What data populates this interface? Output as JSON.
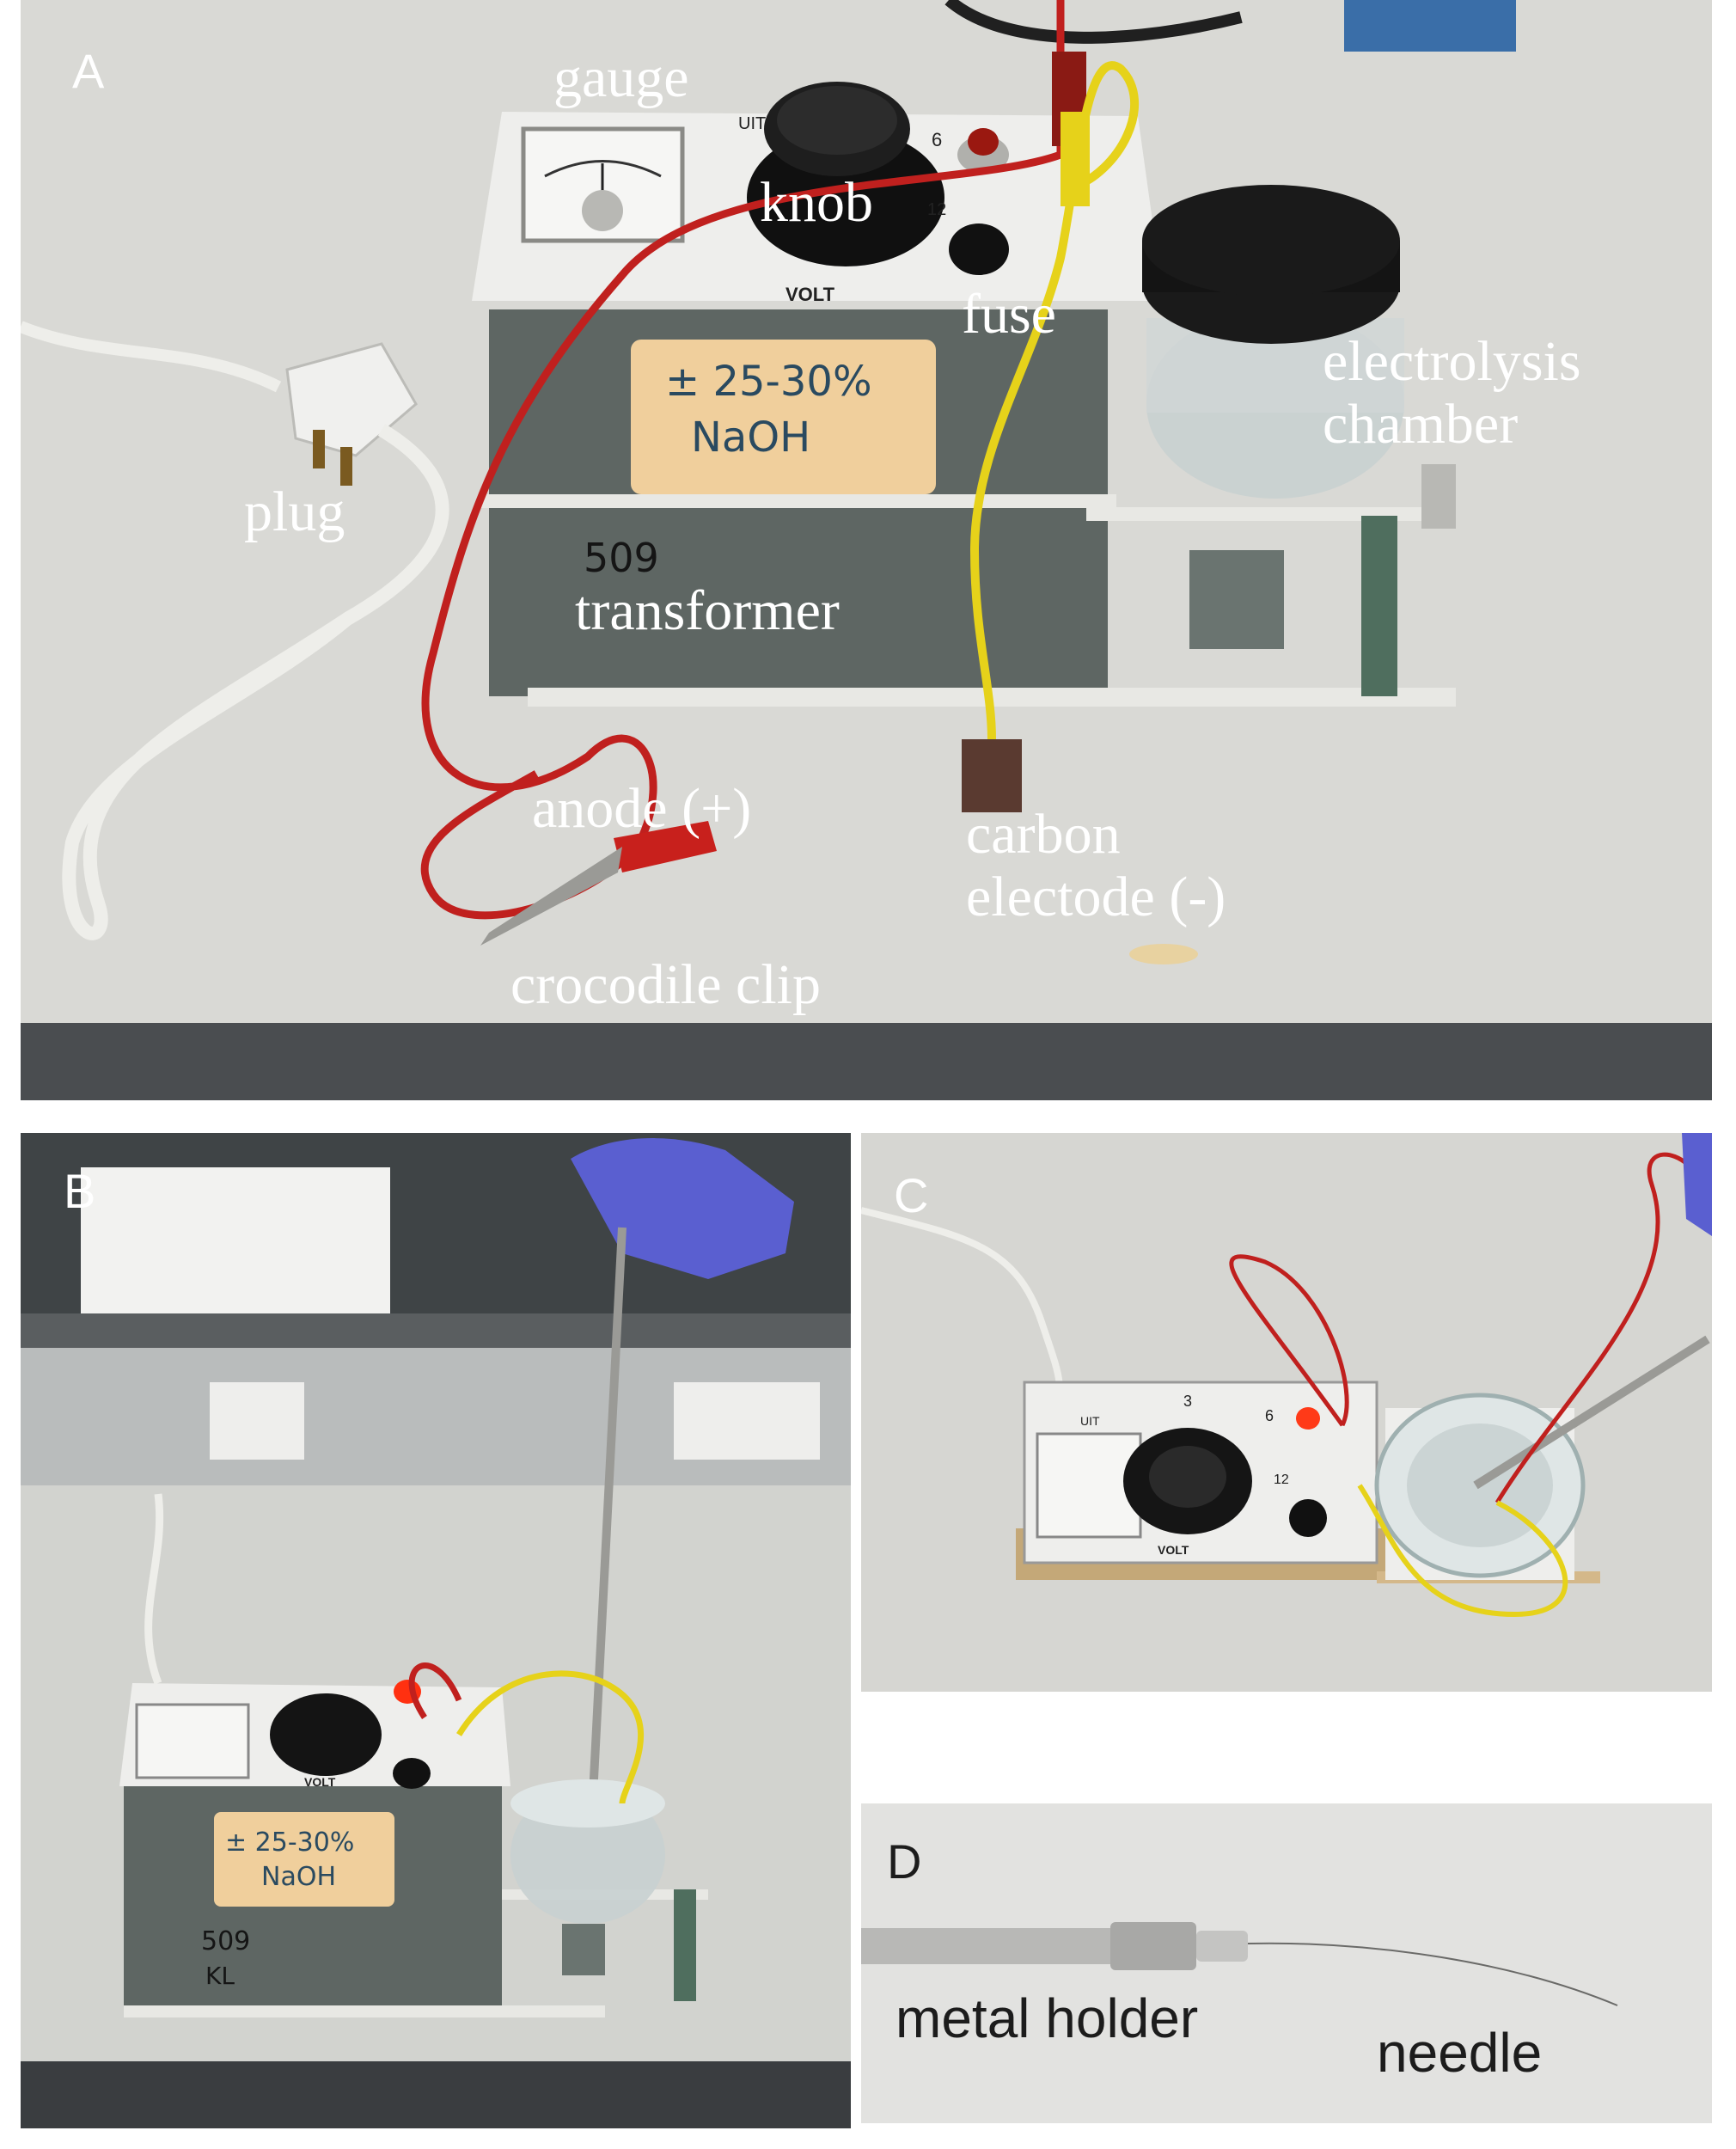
{
  "panels": {
    "a": {
      "letter": "A",
      "labels": {
        "gauge": "gauge",
        "knob": "knob",
        "fuse": "fuse",
        "electrolysis_chamber": "electrolysis\nchamber",
        "plug": "plug",
        "transformer": "transformer",
        "anode": "anode (+)",
        "carbon_electrode": "carbon\nelectode (-)",
        "crocodile_clip": "crocodile clip"
      },
      "device_markings": {
        "dial_label": "VOLT",
        "uit_label": "UIT",
        "setting_6": "6",
        "setting_12": "12",
        "tape_note": "± 25-30%\nNaOH",
        "unit_number": "509"
      }
    },
    "b": {
      "letter": "B",
      "device_markings": {
        "dial_label": "VOLT",
        "tape_note": "± 25-30%\nNaOH",
        "unit_number": "509\nKL"
      }
    },
    "c": {
      "letter": "C",
      "device_markings": {
        "dial_label": "VOLT",
        "uit_label": "UIT",
        "setting_3": "3",
        "setting_6": "6",
        "setting_12": "12"
      }
    },
    "d": {
      "letter": "D",
      "labels": {
        "metal_holder": "metal holder",
        "needle": "needle"
      }
    }
  },
  "colors": {
    "bench": "#d9d9d5",
    "device_grey": "#5e6663",
    "faceplate": "#eeeeec",
    "red_wire": "#c0201e",
    "yellow_wire": "#e6d21a",
    "tape": "#f0cf9c",
    "jar_lid": "#1c1c1c",
    "glove": "#5a5fd0"
  }
}
